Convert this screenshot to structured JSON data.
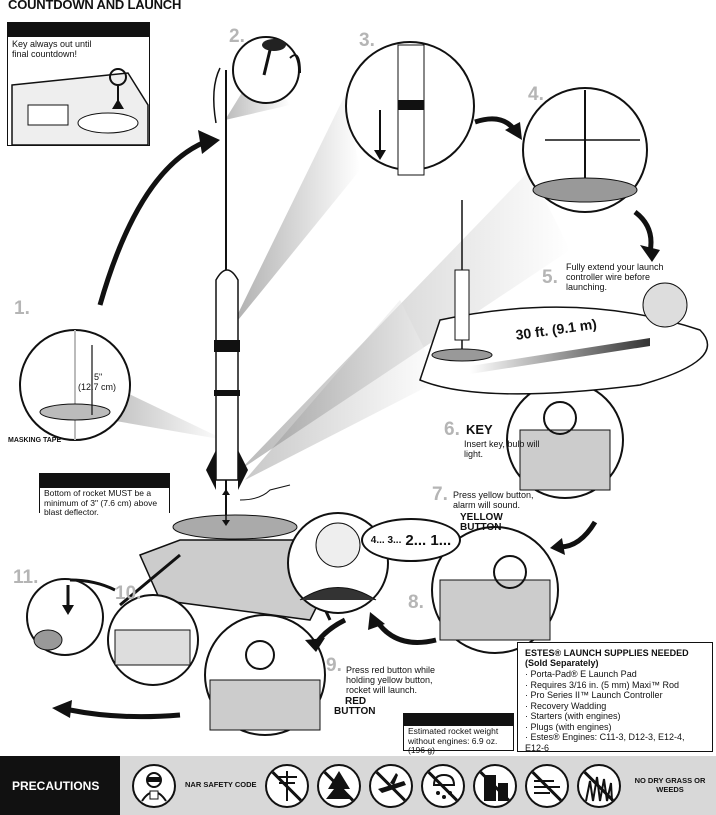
{
  "title": "COUNTDOWN AND LAUNCH",
  "key_box": {
    "text": "Key always out until final countdown!"
  },
  "steps": {
    "s1": "1.",
    "s2": "2.",
    "s3": "3.",
    "s4": "4.",
    "s5": "5.",
    "s6": "6.",
    "s7": "7.",
    "s8": "8.",
    "s9": "9.",
    "s10": "10.",
    "s11": "11."
  },
  "step1": {
    "measure": "5\"",
    "measure_metric": "(12.7 cm)",
    "masking_tape": "MASKING TAPE"
  },
  "step5": {
    "text": "Fully extend your launch controller wire before launching.",
    "distance": "30 ft. (9.1 m)"
  },
  "step6": {
    "key_label": "KEY",
    "text": "Insert key, bulb will light."
  },
  "step7": {
    "text": "Press yellow button, alarm will sound.",
    "button_label_1": "YELLOW",
    "button_label_2": "BUTTON"
  },
  "countdown": {
    "prefix": "4... 3...",
    "main": "2... 1..."
  },
  "step9": {
    "text": "Press red button while holding yellow button, rocket will launch.",
    "button_label_1": "RED",
    "button_label_2": "BUTTON"
  },
  "deflector_box": {
    "text": "Bottom of rocket MUST be a minimum of 3\" (7.6 cm) above blast deflector."
  },
  "weight_box": {
    "text": "Estimated rocket weight without engines: 6.9 oz. (196 g)"
  },
  "supplies": {
    "heading_1": "ESTES® LAUNCH SUPPLIES NEEDED",
    "heading_2": "(Sold Separately)",
    "items": [
      "Porta-Pad® E Launch Pad",
      "Requires 3/16 in. (5 mm) Maxi™ Rod",
      "Pro Series II™ Launch Controller",
      "Recovery Wadding",
      "Starters (with engines)",
      "Plugs (with engines)",
      "Estes® Engines: C11-3, D12-3, E12-4, E12-6"
    ]
  },
  "precautions": {
    "label": "PRECAUTIONS",
    "nar_label": "NAR SAFETY CODE",
    "dry_grass_label": "NO DRY GRASS OR WEEDS",
    "icons": [
      "nar-person-icon",
      "no-power-lines-icon",
      "no-trees-icon",
      "no-aircraft-icon",
      "no-rain-icon",
      "no-buildings-icon",
      "no-wind-icon",
      "no-dry-grass-icon"
    ]
  },
  "colors": {
    "step_number": "#b5b5b5",
    "bar": "#d8d8d8",
    "ink": "#111111"
  }
}
